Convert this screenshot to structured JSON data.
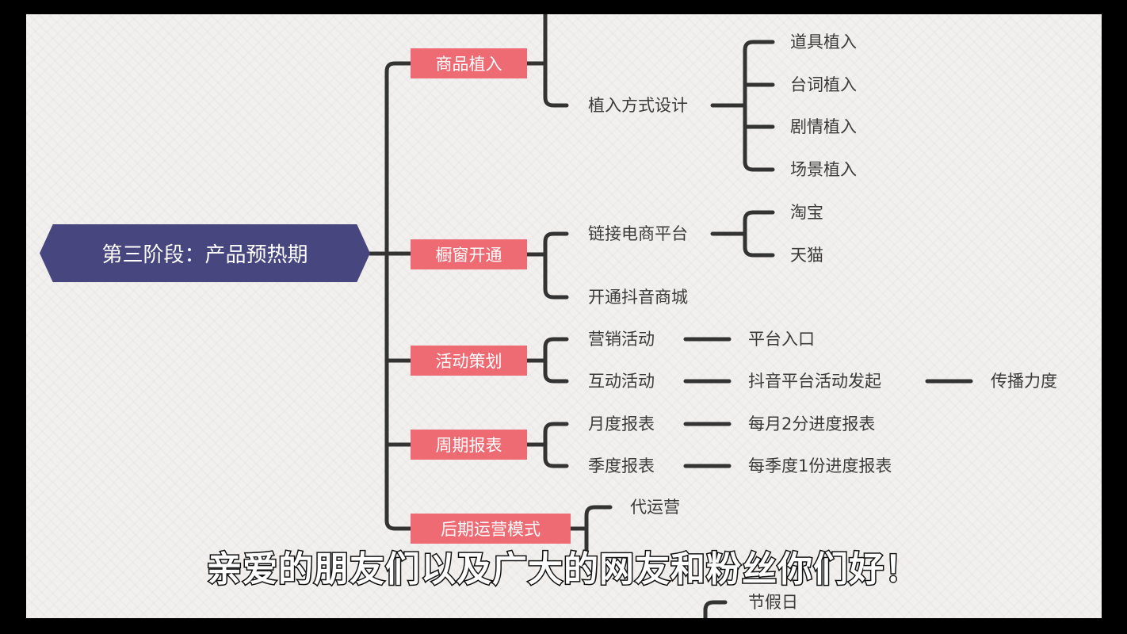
{
  "root": "第三阶段：产品预热期",
  "branches": [
    {
      "label": "商品植入",
      "children": [
        {
          "label": "植入方式设计",
          "children": [
            "道具植入",
            "台词植入",
            "剧情植入",
            "场景植入"
          ]
        }
      ]
    },
    {
      "label": "橱窗开通",
      "children": [
        {
          "label": "链接电商平台",
          "children": [
            "淘宝",
            "天猫"
          ]
        },
        {
          "label": "开通抖音商城"
        }
      ]
    },
    {
      "label": "活动策划",
      "children": [
        {
          "label": "营销活动",
          "next": "平台入口"
        },
        {
          "label": "互动活动",
          "next": "抖音平台活动发起",
          "next2": "传播力度"
        }
      ]
    },
    {
      "label": "周期报表",
      "children": [
        {
          "label": "月度报表",
          "next": "每月2分进度报表"
        },
        {
          "label": "季度报表",
          "next": "每季度1份进度报表"
        }
      ]
    },
    {
      "label": "后期运营模式",
      "children": [
        {
          "label": "代运营"
        }
      ]
    }
  ],
  "partial": {
    "holiday": "节假日"
  },
  "subtitle": "亲爱的朋友们以及广大的网友和粉丝你们好！",
  "colors": {
    "root": "#47467f",
    "branch": "#ee6b73",
    "line": "#333333"
  }
}
